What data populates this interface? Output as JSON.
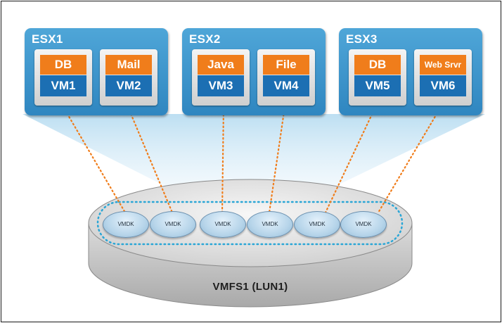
{
  "hosts": [
    {
      "label": "ESX1",
      "vms": [
        {
          "app": "DB",
          "id": "VM1"
        },
        {
          "app": "Mail",
          "id": "VM2"
        }
      ]
    },
    {
      "label": "ESX2",
      "vms": [
        {
          "app": "Java",
          "id": "VM3"
        },
        {
          "app": "File",
          "id": "VM4"
        }
      ]
    },
    {
      "label": "ESX3",
      "vms": [
        {
          "app": "DB",
          "id": "VM5"
        },
        {
          "app": "Web Srvr",
          "id": "VM6"
        }
      ]
    }
  ],
  "vmdks": [
    "VMDK",
    "VMDK",
    "VMDK",
    "VMDK",
    "VMDK",
    "VMDK"
  ],
  "datastore": {
    "label": "VMFS1 (LUN1)"
  },
  "colors": {
    "host": "#3a94cc",
    "app": "#f07d1b",
    "vm_id": "#1c6fb3",
    "link": "#f07d1b",
    "dashed_group": "#2aa6d6"
  }
}
